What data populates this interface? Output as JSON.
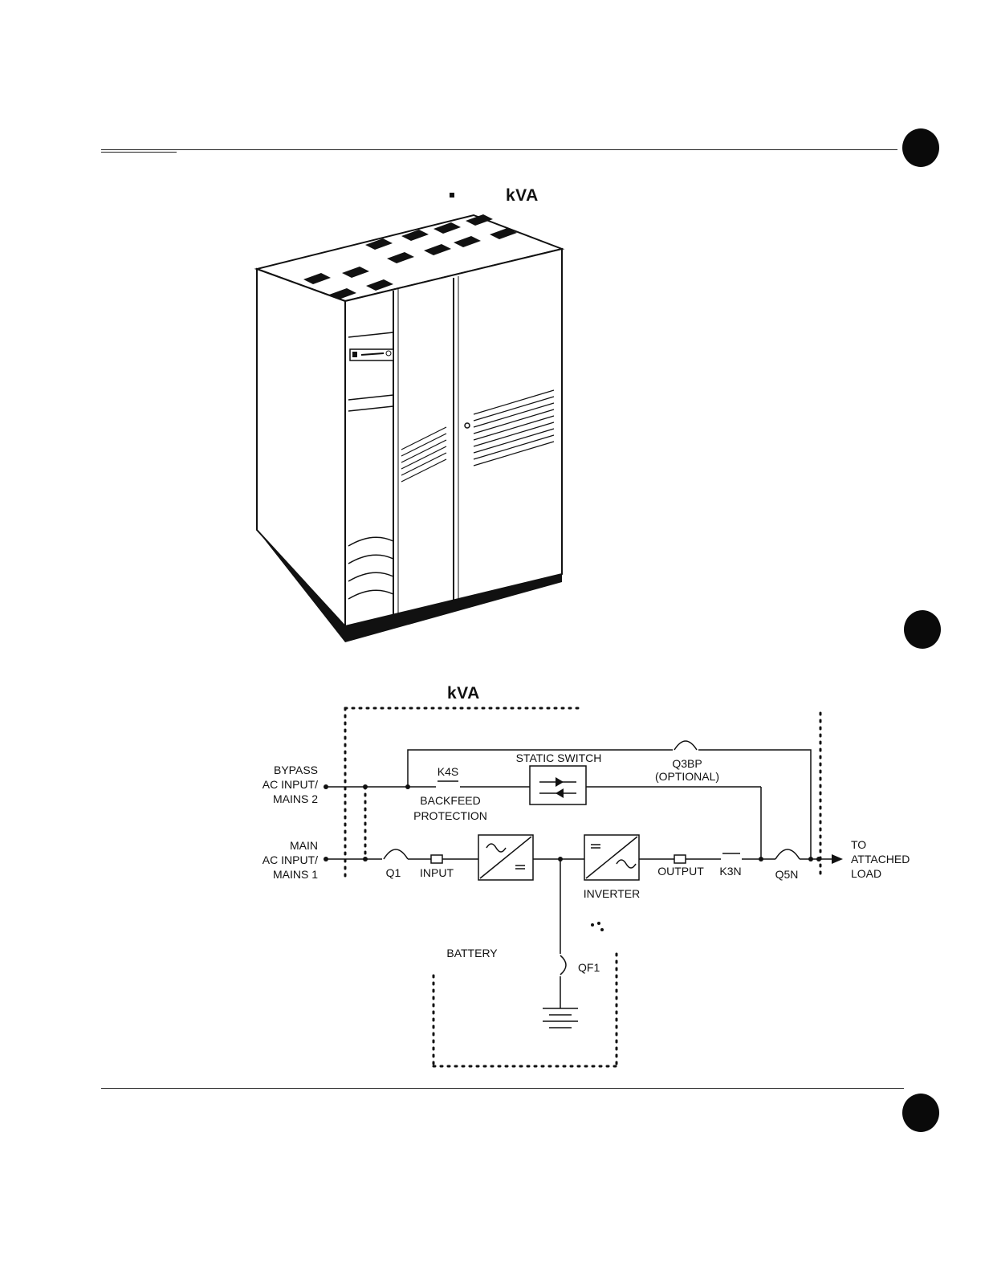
{
  "figure1": {
    "title": "kVA"
  },
  "figure2": {
    "title": "kVA",
    "labels": {
      "bypass_input": [
        "BYPASS",
        "AC INPUT/",
        "MAINS 2"
      ],
      "main_input": [
        "MAIN",
        "AC INPUT/",
        "MAINS 1"
      ],
      "k4s": "K4S",
      "backfeed": [
        "BACKFEED",
        "PROTECTION"
      ],
      "static_switch": "STATIC SWITCH",
      "q3bp": [
        "Q3BP",
        "(OPTIONAL)"
      ],
      "q1": "Q1",
      "input": "INPUT",
      "inverter": "INVERTER",
      "output": "OUTPUT",
      "k3n": "K3N",
      "q5n": "Q5N",
      "to_load": [
        "TO",
        "ATTACHED",
        "LOAD"
      ],
      "battery": "BATTERY",
      "qf1": "QF1"
    }
  }
}
